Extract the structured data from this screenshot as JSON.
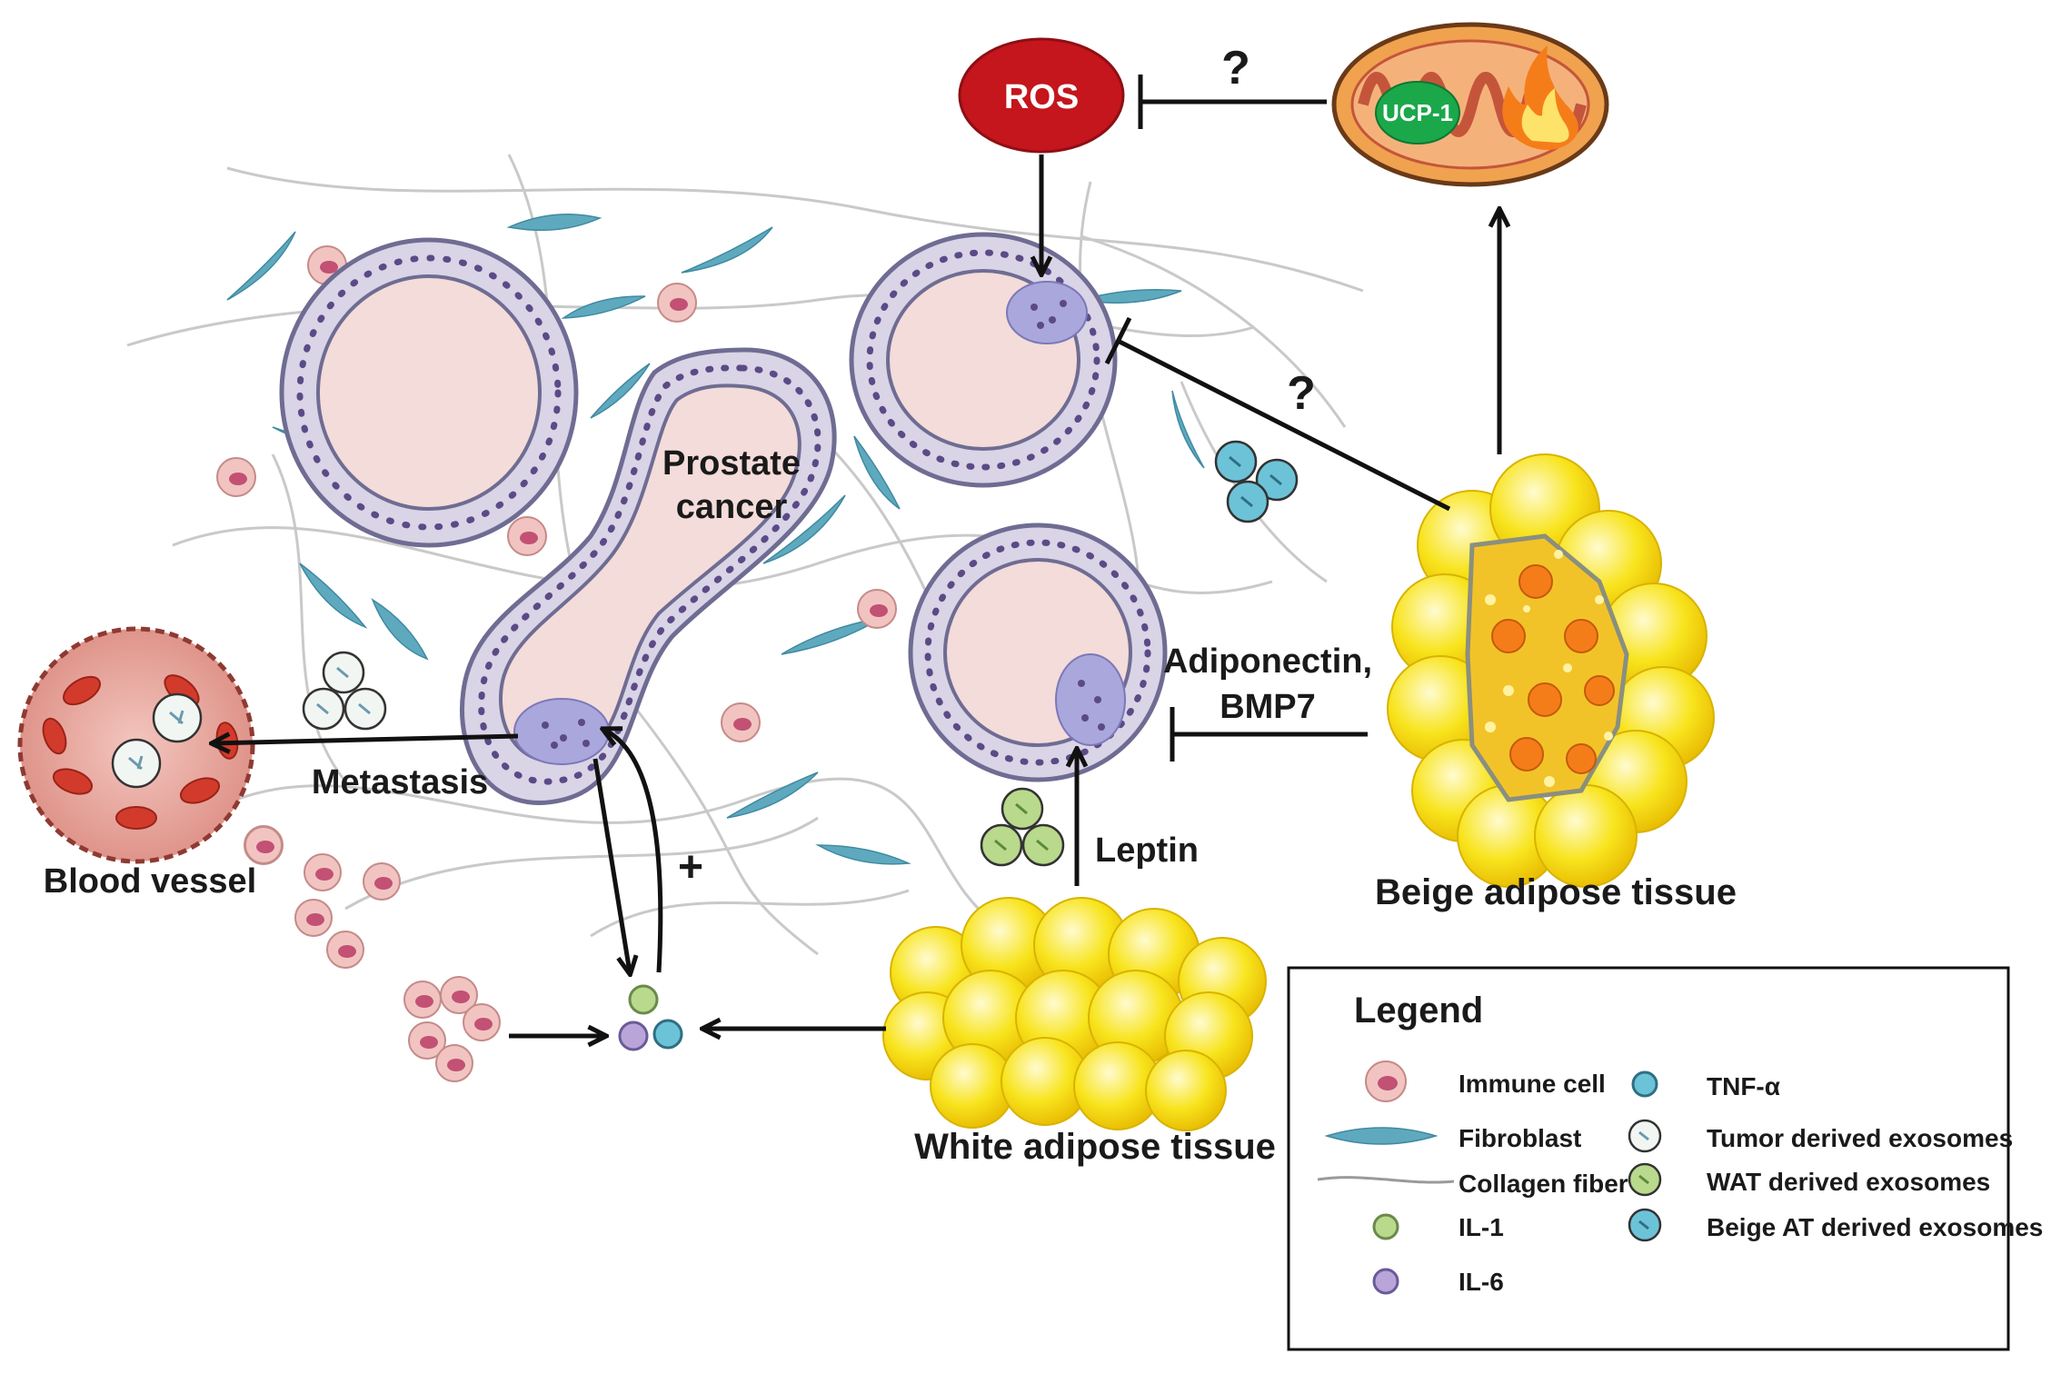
{
  "diagram": {
    "ros": "ROS",
    "ucp1": "UCP-1",
    "q_top": "?",
    "q_mid": "?",
    "prostate_line1": "Prostate",
    "prostate_line2": "cancer",
    "adiponectin_line1": "Adiponectin,",
    "adiponectin_line2": "BMP7",
    "leptin": "Leptin",
    "metastasis": "Metastasis",
    "blood_vessel": "Blood vessel",
    "plus": "+",
    "beige_tissue": "Beige adipose tissue",
    "white_tissue": "White adipose tissue"
  },
  "legend": {
    "title": "Legend",
    "left": [
      "Immune cell",
      "Fibroblast",
      "Collagen fiber",
      "IL-1",
      "IL-6"
    ],
    "right": [
      "TNF-α",
      "Tumor derived exosomes",
      "WAT derived exosomes",
      "Beige AT derived exosomes"
    ]
  },
  "colors": {
    "ros": "#c4161c",
    "ucp1": "#1aa84a",
    "lumen": "#f3dcd9",
    "epithelium": "#d9d4e6",
    "tumor": "#a9a7dc",
    "fibroblast": "#5fa9bf",
    "fat_yellow": "#f7e21a",
    "il1": "#b9d98c",
    "il6": "#b9a5d8",
    "tnf": "#6cc3d8",
    "immune": "#f1c4c2"
  }
}
